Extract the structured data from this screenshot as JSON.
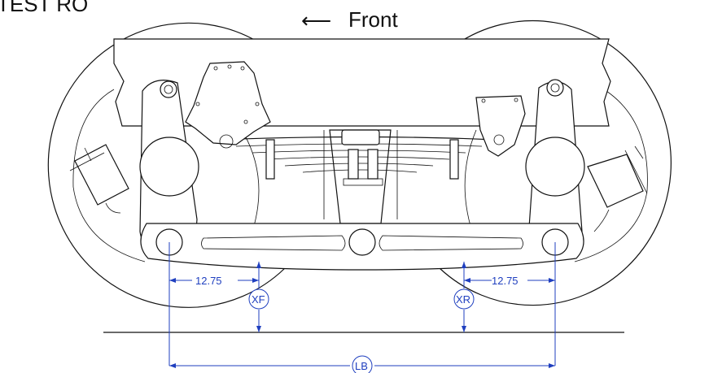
{
  "header": {
    "corner_text": "TEST RO",
    "direction_label": "Front",
    "direction_arrow": "⟵"
  },
  "dimensions": {
    "front_offset": "12.75",
    "rear_offset": "12.75",
    "front_axle_symbol": "XF",
    "rear_axle_symbol": "XR",
    "wheelbase_symbol": "LB"
  },
  "colors": {
    "line": "#111111",
    "dimension": "#1f3fbf"
  }
}
